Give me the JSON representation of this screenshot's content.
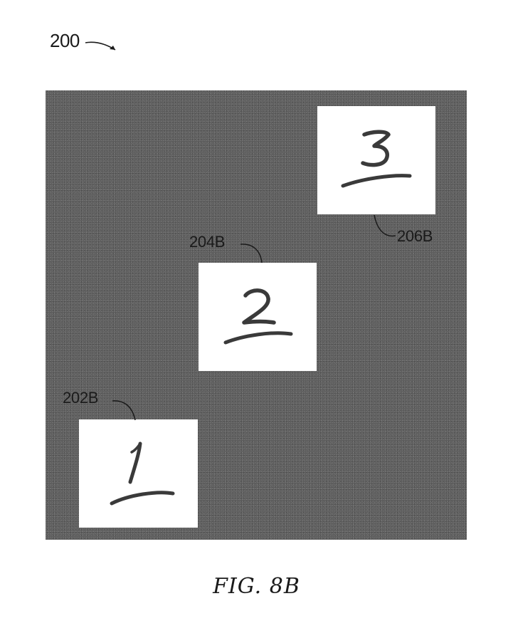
{
  "figure": {
    "reference_numeral": "200",
    "caption": "FIG. 8B"
  },
  "cards": [
    {
      "callout": "202B",
      "digit": "1"
    },
    {
      "callout": "204B",
      "digit": "2"
    },
    {
      "callout": "206B",
      "digit": "3"
    }
  ],
  "colors": {
    "panel": "#5e5e5e",
    "card": "#ffffff",
    "ink": "#3a3a3a"
  }
}
